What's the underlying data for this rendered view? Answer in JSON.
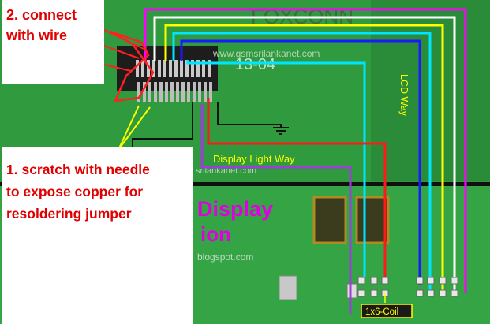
{
  "annotations": {
    "connect_wire": [
      "2. connect",
      "with wire"
    ],
    "scratch_needle": [
      "1. scratch with needle",
      "to expose copper for",
      "resoldering jumper"
    ]
  },
  "labels": {
    "lcd_way": "LCD Way",
    "display_light_way": "Display Light Way",
    "coil": "1x6-Coil"
  },
  "board_print": {
    "brand": "FOXCONN",
    "watermark_top": "www.gsmsrilankanet.com",
    "code": "13-04",
    "watermark_mid": "srilankanet.com",
    "watermark_low": "blogspot.com",
    "heading_line1": "Display",
    "heading_line2": "ion"
  },
  "colors": {
    "pcb_green": "#2f9a3e",
    "wire_cyan": "#00e5ff",
    "wire_yellow": "#ffff00",
    "wire_magenta": "#ff00ff",
    "wire_blue": "#1a1aff",
    "wire_red": "#ff1a1a",
    "wire_purple": "#9b3fd6",
    "annotation_red": "#e00000",
    "heading_magenta": "#e000e0"
  }
}
